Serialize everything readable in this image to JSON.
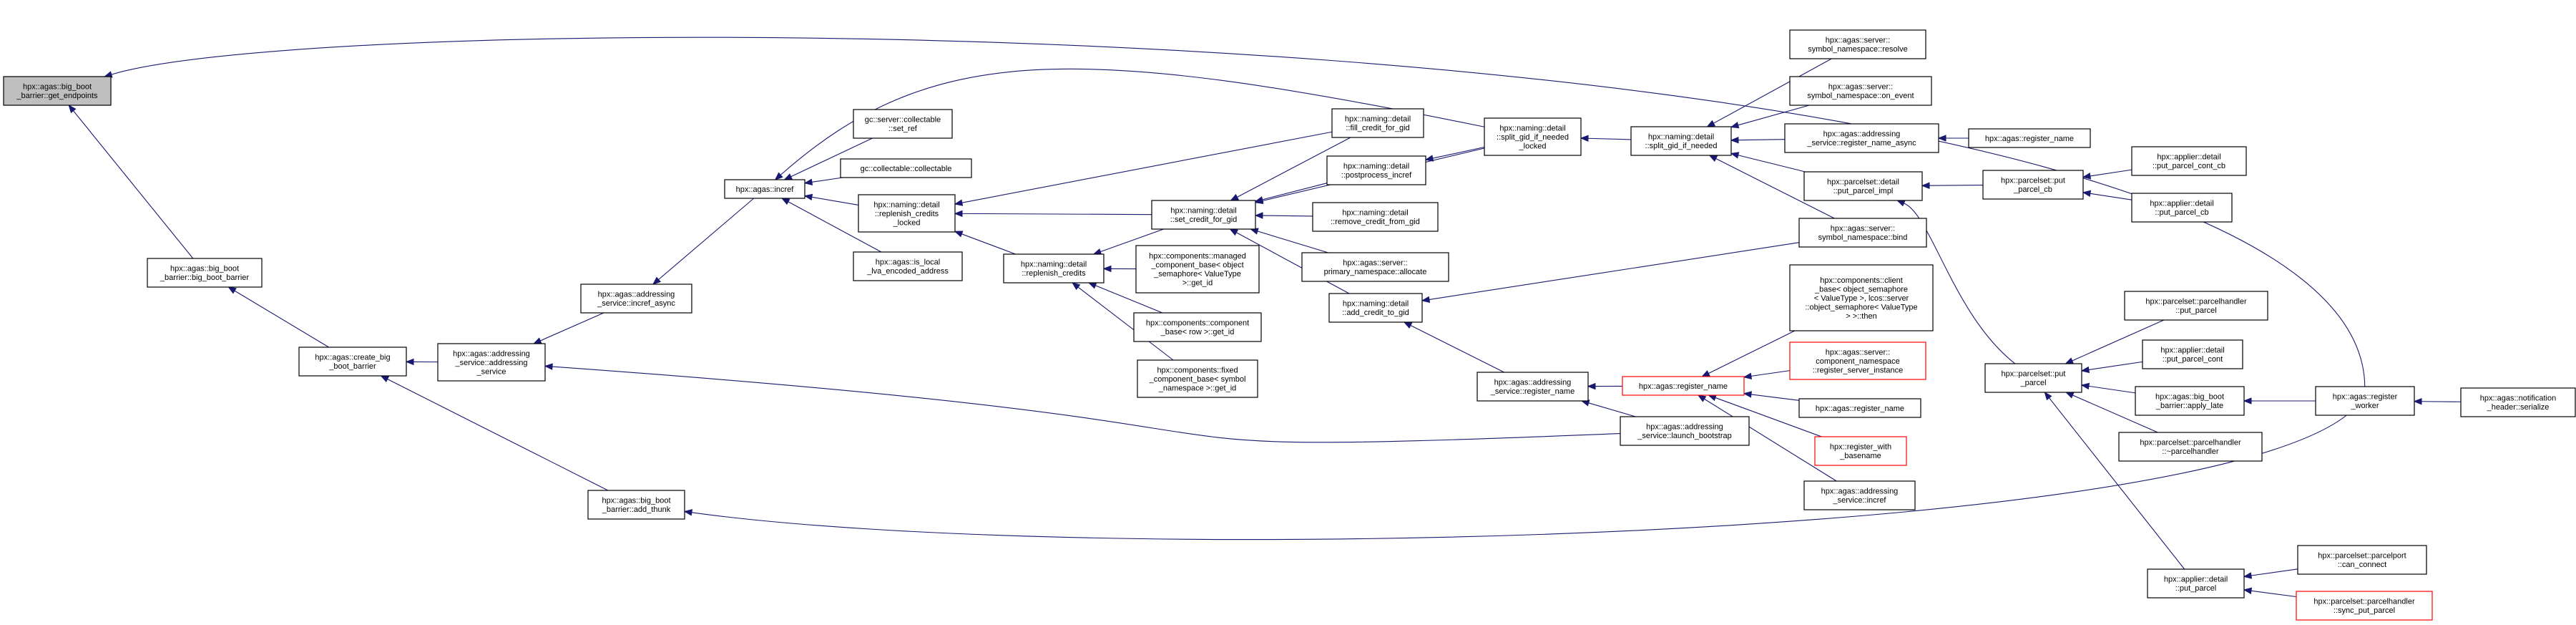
{
  "colors": {
    "edge": "#191970",
    "highlight_fill": "#bfbfbf",
    "red_border": "#ff0000",
    "background": "#ffffff"
  },
  "nodes": {
    "get_endpoints": {
      "lines": [
        "hpx::agas::big_boot",
        "_barrier::get_endpoints"
      ],
      "style": "highlight"
    },
    "big_boot_barrier": {
      "lines": [
        "hpx::agas::big_boot",
        "_barrier::big_boot_barrier"
      ]
    },
    "create_big_boot_barrier": {
      "lines": [
        "hpx::agas::create_big",
        "_boot_barrier"
      ]
    },
    "addressing_service_ctor": {
      "lines": [
        "hpx::agas::addressing",
        "_service::addressing",
        "_service"
      ]
    },
    "incref_async": {
      "lines": [
        "hpx::agas::addressing",
        "_service::incref_async"
      ]
    },
    "add_thunk": {
      "lines": [
        "hpx::agas::big_boot",
        "_barrier::add_thunk"
      ]
    },
    "agas_incref": {
      "lines": [
        "hpx::agas::incref"
      ]
    },
    "collectable_set_ref": {
      "lines": [
        "gc::server::collectable",
        "::set_ref"
      ]
    },
    "collectable_collectable": {
      "lines": [
        "gc::collectable::collectable"
      ]
    },
    "replenish_credits_locked": {
      "lines": [
        "hpx::naming::detail",
        "::replenish_credits",
        "_locked"
      ]
    },
    "is_local_lva": {
      "lines": [
        "hpx::agas::is_local",
        "_lva_encoded_address"
      ]
    },
    "replenish_credits": {
      "lines": [
        "hpx::naming::detail",
        "::replenish_credits"
      ]
    },
    "managed_component_get_id": {
      "lines": [
        "hpx::components::managed",
        "_component_base< object",
        "_semaphore< ValueType",
        ">::get_id"
      ]
    },
    "component_base_row": {
      "lines": [
        "hpx::components::component",
        "_base< row >::get_id"
      ]
    },
    "fixed_component_base": {
      "lines": [
        "hpx::components::fixed",
        "_component_base< symbol",
        "_namespace >::get_id"
      ]
    },
    "set_credit_for_gid": {
      "lines": [
        "hpx::naming::detail",
        "::set_credit_for_gid"
      ]
    },
    "fill_credit_for_gid": {
      "lines": [
        "hpx::naming::detail",
        "::fill_credit_for_gid"
      ]
    },
    "postprocess_incref": {
      "lines": [
        "hpx::naming::detail",
        "::postprocess_incref"
      ]
    },
    "remove_credit_from_gid": {
      "lines": [
        "hpx::naming::detail",
        "::remove_credit_from_gid"
      ]
    },
    "primary_namespace_allocate": {
      "lines": [
        "hpx::agas::server::",
        "primary_namespace::allocate"
      ]
    },
    "add_credit_to_gid": {
      "lines": [
        "hpx::naming::detail",
        "::add_credit_to_gid"
      ]
    },
    "split_gid_if_needed_locked": {
      "lines": [
        "hpx::naming::detail",
        "::split_gid_if_needed",
        "_locked"
      ]
    },
    "split_gid_if_needed": {
      "lines": [
        "hpx::naming::detail",
        "::split_gid_if_needed"
      ]
    },
    "symbol_namespace_resolve": {
      "lines": [
        "hpx::agas::server::",
        "symbol_namespace::resolve"
      ]
    },
    "symbol_namespace_on_event": {
      "lines": [
        "hpx::agas::server::",
        "symbol_namespace::on_event"
      ]
    },
    "register_name_async": {
      "lines": [
        "hpx::agas::addressing",
        "_service::register_name_async"
      ]
    },
    "agas_register_name_top": {
      "lines": [
        "hpx::agas::register_name"
      ]
    },
    "put_parcel_impl": {
      "lines": [
        "hpx::parcelset::detail",
        "::put_parcel_impl"
      ]
    },
    "symbol_namespace_bind": {
      "lines": [
        "hpx::agas::server::",
        "symbol_namespace::bind"
      ]
    },
    "put_parcel_cb": {
      "lines": [
        "hpx::parcelset::put",
        "_parcel_cb"
      ]
    },
    "put_parcel_cont_cb": {
      "lines": [
        "hpx::applier::detail",
        "::put_parcel_cont_cb"
      ]
    },
    "applier_put_parcel_cb": {
      "lines": [
        "hpx::applier::detail",
        "::put_parcel_cb"
      ]
    },
    "addressing_register_name": {
      "lines": [
        "hpx::agas::addressing",
        "_service::register_name"
      ]
    },
    "agas_register_name_mid": {
      "lines": [
        "hpx::agas::register_name"
      ],
      "style": "red"
    },
    "launch_bootstrap": {
      "lines": [
        "hpx::agas::addressing",
        "_service::launch_bootstrap"
      ]
    },
    "client_base_then": {
      "lines": [
        "hpx::components::client",
        "_base< object_semaphore",
        "< ValueType >, lcos::server",
        "::object_semaphore< ValueType",
        "> >::then"
      ]
    },
    "register_server_instance": {
      "lines": [
        "hpx::agas::server::",
        "component_namespace",
        "::register_server_instance"
      ],
      "style": "red"
    },
    "agas_register_name_low": {
      "lines": [
        "hpx::agas::register_name"
      ]
    },
    "register_with_basename": {
      "lines": [
        "hpx::register_with",
        "_basename"
      ],
      "style": "red"
    },
    "addressing_service_incref": {
      "lines": [
        "hpx::agas::addressing",
        "_service::incref"
      ]
    },
    "parcelset_put_parcel": {
      "lines": [
        "hpx::parcelset::put",
        "_parcel"
      ]
    },
    "parcelhandler_put_parcel": {
      "lines": [
        "hpx::parcelset::parcelhandler",
        "::put_parcel"
      ]
    },
    "put_parcel_cont": {
      "lines": [
        "hpx::applier::detail",
        "::put_parcel_cont"
      ]
    },
    "apply_late": {
      "lines": [
        "hpx::agas::big_boot",
        "_barrier::apply_late"
      ]
    },
    "parcelhandler_dtor": {
      "lines": [
        "hpx::parcelset::parcelhandler",
        "::~parcelhandler"
      ]
    },
    "agas_register_worker": {
      "lines": [
        "hpx::agas::register",
        "_worker"
      ]
    },
    "notification_header_serialize": {
      "lines": [
        "hpx::agas::notification",
        "_header::serialize"
      ]
    },
    "applier_put_parcel": {
      "lines": [
        "hpx::applier::detail",
        "::put_parcel"
      ]
    },
    "parcelport_can_connect": {
      "lines": [
        "hpx::parcelset::parcelport",
        "::can_connect"
      ]
    },
    "sync_put_parcel": {
      "lines": [
        "hpx::parcelset::parcelhandler",
        "::sync_put_parcel"
      ],
      "style": "red"
    }
  }
}
